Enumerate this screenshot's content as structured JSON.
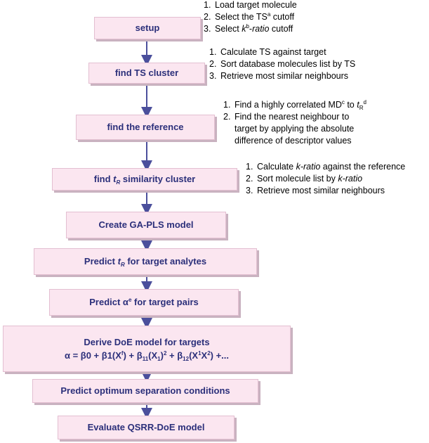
{
  "steps": {
    "setup": "setup",
    "find_ts": "find TS cluster",
    "find_ref": "find the reference",
    "find_tr_prefix": "find ",
    "find_tr_t": "t",
    "find_tr_sub": "R",
    "find_tr_suffix": " similarity cluster",
    "gapls": "Create GA-PLS model",
    "predict_tr_prefix": "Predict ",
    "predict_tr_t": "t",
    "predict_tr_sub": "R",
    "predict_tr_suffix": " for target analytes",
    "predict_alpha_prefix": "Predict α",
    "predict_alpha_sup": "e",
    "predict_alpha_suffix": " for target pairs",
    "doe_title": "Derive DoE model for targets",
    "doe_eq": {
      "p1": "α = β0 + β1(X",
      "s1": "f",
      "p2": ") + β",
      "b11": "11",
      "p3": "(X",
      "x1": "1",
      "p4": ")",
      "sq": "2",
      "p5": " + β",
      "b12": "12",
      "p6": "(X",
      "x1b": "1",
      "p7": "X",
      "x2": "2",
      "p8": ") +..."
    },
    "optimum": "Predict optimum separation conditions",
    "evaluate": "Evaluate QSRR-DoE model"
  },
  "notes": {
    "setup": {
      "n1": "1.",
      "t1": "Load target molecule",
      "n2": "2.",
      "t2a": "Select the TS",
      "t2sup": "a",
      "t2b": " cutoff",
      "n3": "3.",
      "t3a": "Select ",
      "t3k": "k",
      "t3sup": "b",
      "t3b": "-",
      "t3r": "ratio",
      "t3c": " cutoff"
    },
    "ts": {
      "n1": "1.",
      "t1": "Calculate TS against target",
      "n2": "2.",
      "t2": "Sort database molecules list by TS",
      "n3": "3.",
      "t3": "Retrieve most similar neighbours"
    },
    "ref": {
      "n1": "1.",
      "t1a": "Find a highly correlated MD",
      "t1sup": "c",
      "t1b": " to ",
      "t1t": "t",
      "t1sub": "R",
      "t1sup2": "d",
      "n2": "2.",
      "t2a": "Find the nearest neighbour to",
      "t2b": "target by applying the absolute",
      "t2c": "difference of descriptor values"
    },
    "tr": {
      "n1": "1.",
      "t1a": "Calculate ",
      "t1k": "k-ratio",
      "t1b": " against the reference",
      "n2": "2.",
      "t2a": "Sort molecule list by ",
      "t2k": "k-ratio",
      "n3": "3.",
      "t3": "Retrieve most similar neighbours"
    }
  },
  "colors": {
    "box_fill": "#fbe6f0",
    "box_text": "#2b2f7a",
    "arrow": "#4b4f9c"
  }
}
